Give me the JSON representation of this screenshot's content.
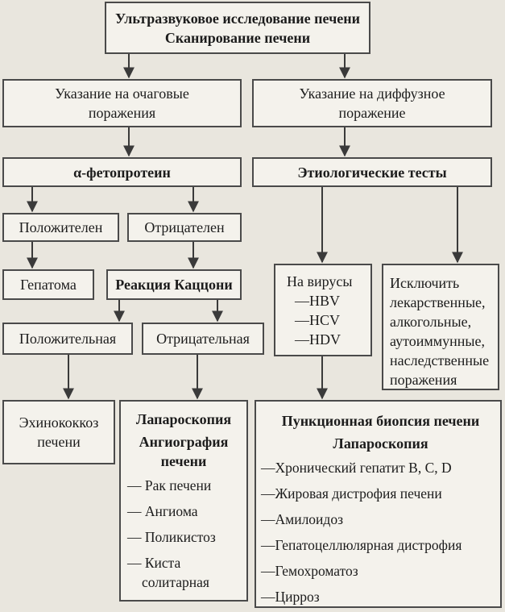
{
  "diagram": {
    "top": {
      "line1": "Ультразвуковое исследование печени",
      "line2": "Сканирование печени"
    },
    "focal": {
      "line1": "Указание на очаговые",
      "line2": "поражения"
    },
    "diffuse": {
      "line1": "Указание на диффузное",
      "line2": "поражение"
    },
    "afp": "α-фетопротеин",
    "etiology": "Этиологические тесты",
    "positive": "Положителен",
    "negative": "Отрицателен",
    "hepatoma": "Гепатома",
    "kazzoni": "Реакция Каццони",
    "kazzoni_positive": "Положительная",
    "kazzoni_negative": "Отрицательная",
    "echino": {
      "line1": "Эхинококкоз",
      "line2": "печени"
    },
    "viruses": {
      "title": "На вирусы",
      "items": [
        "—HBV",
        "—HCV",
        "—HDV"
      ]
    },
    "exclude": {
      "lines": [
        "Исключить",
        "лекарственные,",
        "алкогольные,",
        "аутоиммунные,",
        "наследственные",
        "поражения"
      ]
    },
    "lap_box": {
      "title1": "Лапароскопия",
      "title2": "Ангиография",
      "title3": "печени",
      "items": [
        "— Рак печени",
        "— Ангиома",
        "— Поликистоз",
        "— Киста",
        "солитарная"
      ]
    },
    "biopsy_box": {
      "title1": "Пункционная биопсия печени",
      "title2": "Лапароскопия",
      "items": [
        "—Хронический гепатит B, C, D",
        "—Жировая дистрофия печени",
        "—Амилоидоз",
        "—Гепатоцеллюлярная дистрофия",
        "—Гемохроматоз",
        "—Цирроз"
      ]
    }
  }
}
